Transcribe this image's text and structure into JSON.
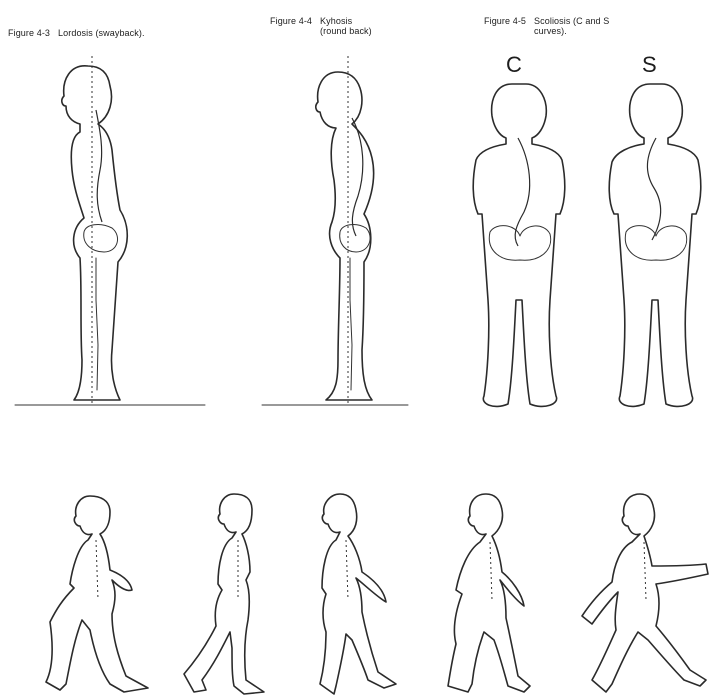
{
  "figures": [
    {
      "number": "Figure 4-3",
      "title": "Lordosis (swayback)."
    },
    {
      "number": "Figure 4-4",
      "title": "Kyhosis",
      "title2": "(round back)"
    },
    {
      "number": "Figure 4-5",
      "title": "Scoliosis (C and S",
      "title2": "curves)."
    }
  ],
  "curve_labels": {
    "c": "C",
    "s": "S"
  }
}
